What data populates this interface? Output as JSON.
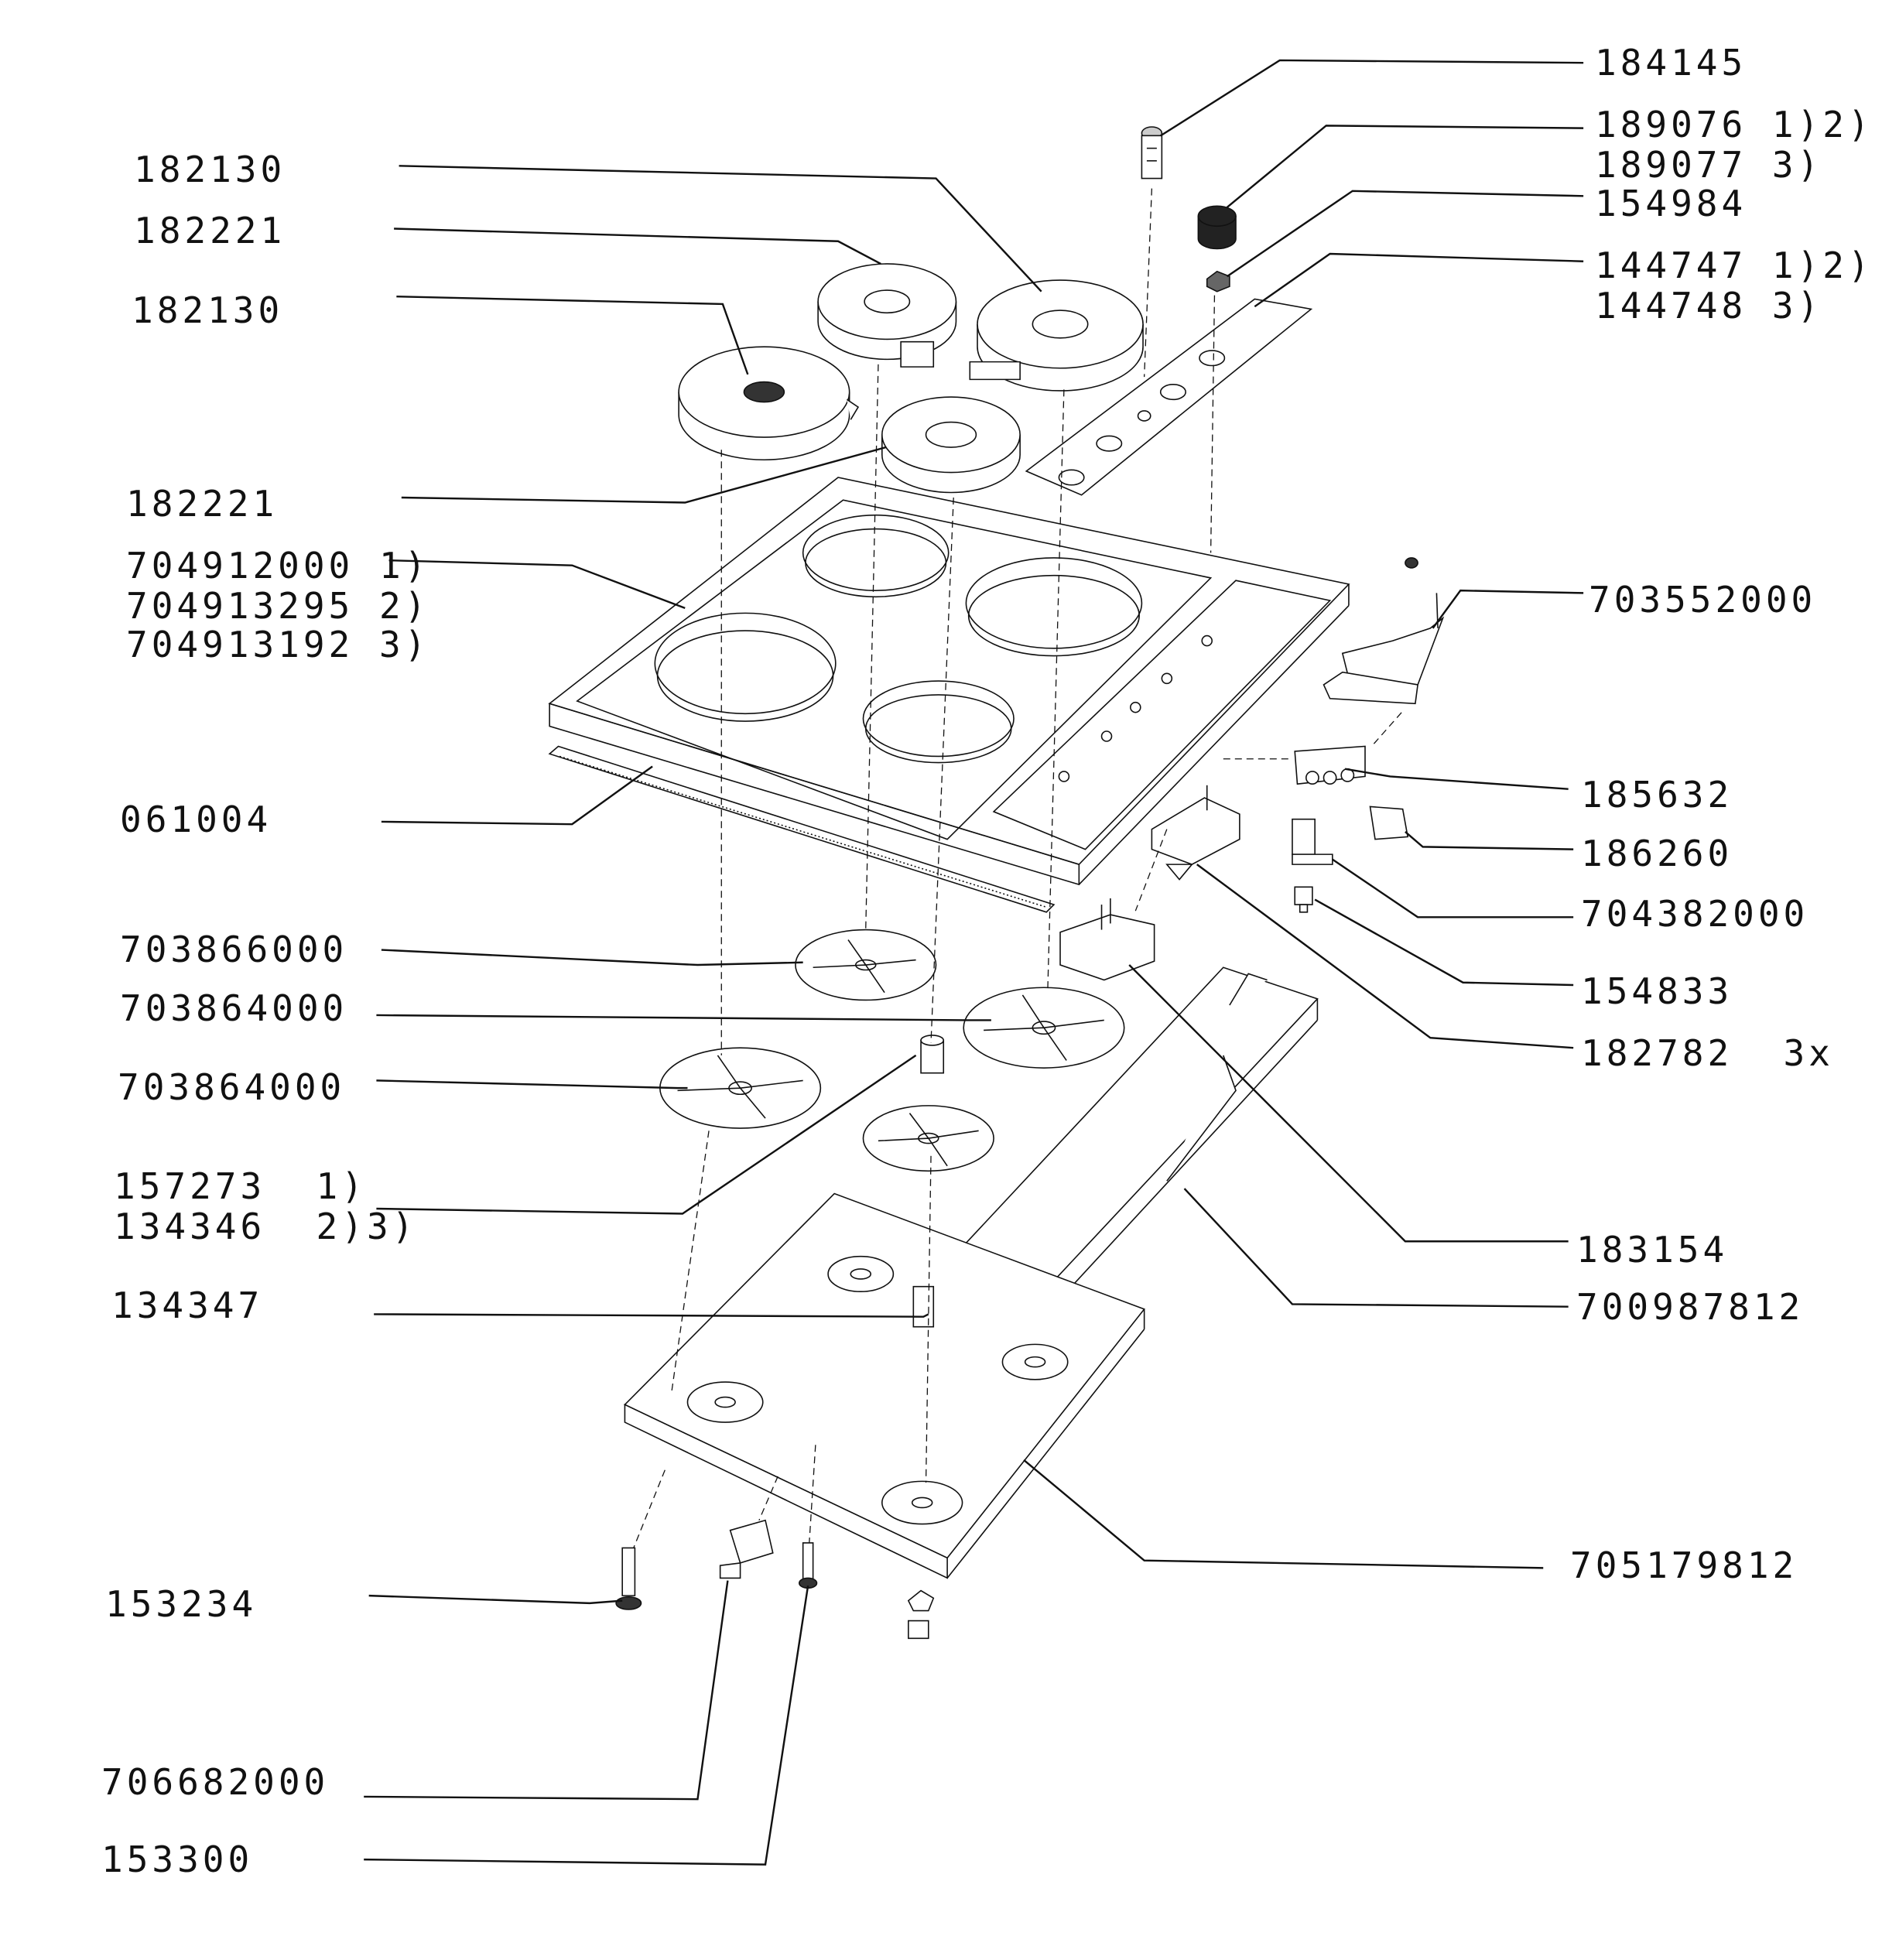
{
  "colors": {
    "ink": "#111111",
    "paper": "#ffffff"
  },
  "labels": {
    "p184145": "184145",
    "p189076": "189076 1)2)",
    "p189077": "189077 3)",
    "p154984": "154984",
    "p144747": "144747 1)2)",
    "p144748": "144748 3)",
    "p182130a": "182130",
    "p182221a": "182221",
    "p182130b": "182130",
    "p182221b": "182221",
    "p704912000": "704912000 1)",
    "p704913295": "704913295 2)",
    "p704913192": "704913192 3)",
    "p703552000": "703552000",
    "p061004": "061004",
    "p185632": "185632",
    "p186260": "186260",
    "p704382000": "704382000",
    "p154833": "154833",
    "p182782": "182782  3x",
    "p703866000": "703866000",
    "p703864000a": "703864000",
    "p703864000b": "703864000",
    "p157273": "157273  1)",
    "p134346": "134346  2)3)",
    "p134347": "134347",
    "p183154": "183154",
    "p700987812": "700987812",
    "p705179812": "705179812",
    "p153234": "153234",
    "p706682000": "706682000",
    "p153300": "153300"
  }
}
